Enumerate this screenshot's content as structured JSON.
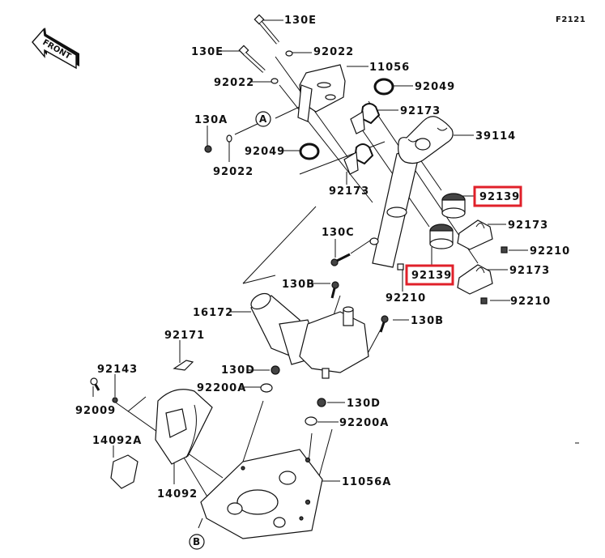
{
  "diagram": {
    "code": "F2121",
    "front_arrow": "FRONT",
    "highlight_color": "#e0202a",
    "refs": {
      "a": "A",
      "b": "B"
    },
    "labels": {
      "bolt_130e_top": "130E",
      "bolt_130e_left": "130E",
      "washer_92022_top": "92022",
      "bracket_11056": "11056",
      "washer_92022_mid": "92022",
      "seal_92049_top": "92049",
      "clamp_92173_top": "92173",
      "bolt_130a": "130A",
      "washer_92022_low": "92022",
      "seal_92049_left": "92049",
      "holder_39114": "39114",
      "clamp_92173_left": "92173",
      "bushing_92139_upper": "92139",
      "clamp_92173_right1": "92173",
      "nut_92210_right1": "92210",
      "bolt_130c": "130C",
      "bushing_92139_lower": "92139",
      "clamp_92173_right2": "92173",
      "nut_92210_center": "92210",
      "nut_92210_right2": "92210",
      "bolt_130b_top": "130B",
      "motor_16172": "16172",
      "bolt_130b_right": "130B",
      "clamp_92171": "92171",
      "screw_92143": "92143",
      "bolt_130d_left": "130D",
      "bolt_92009": "92009",
      "washer_92200a_left": "92200A",
      "bolt_130d_right": "130D",
      "washer_92200a_right": "92200A",
      "cover_14092a": "14092A",
      "cover_14092": "14092",
      "plate_11056a": "11056A"
    }
  }
}
